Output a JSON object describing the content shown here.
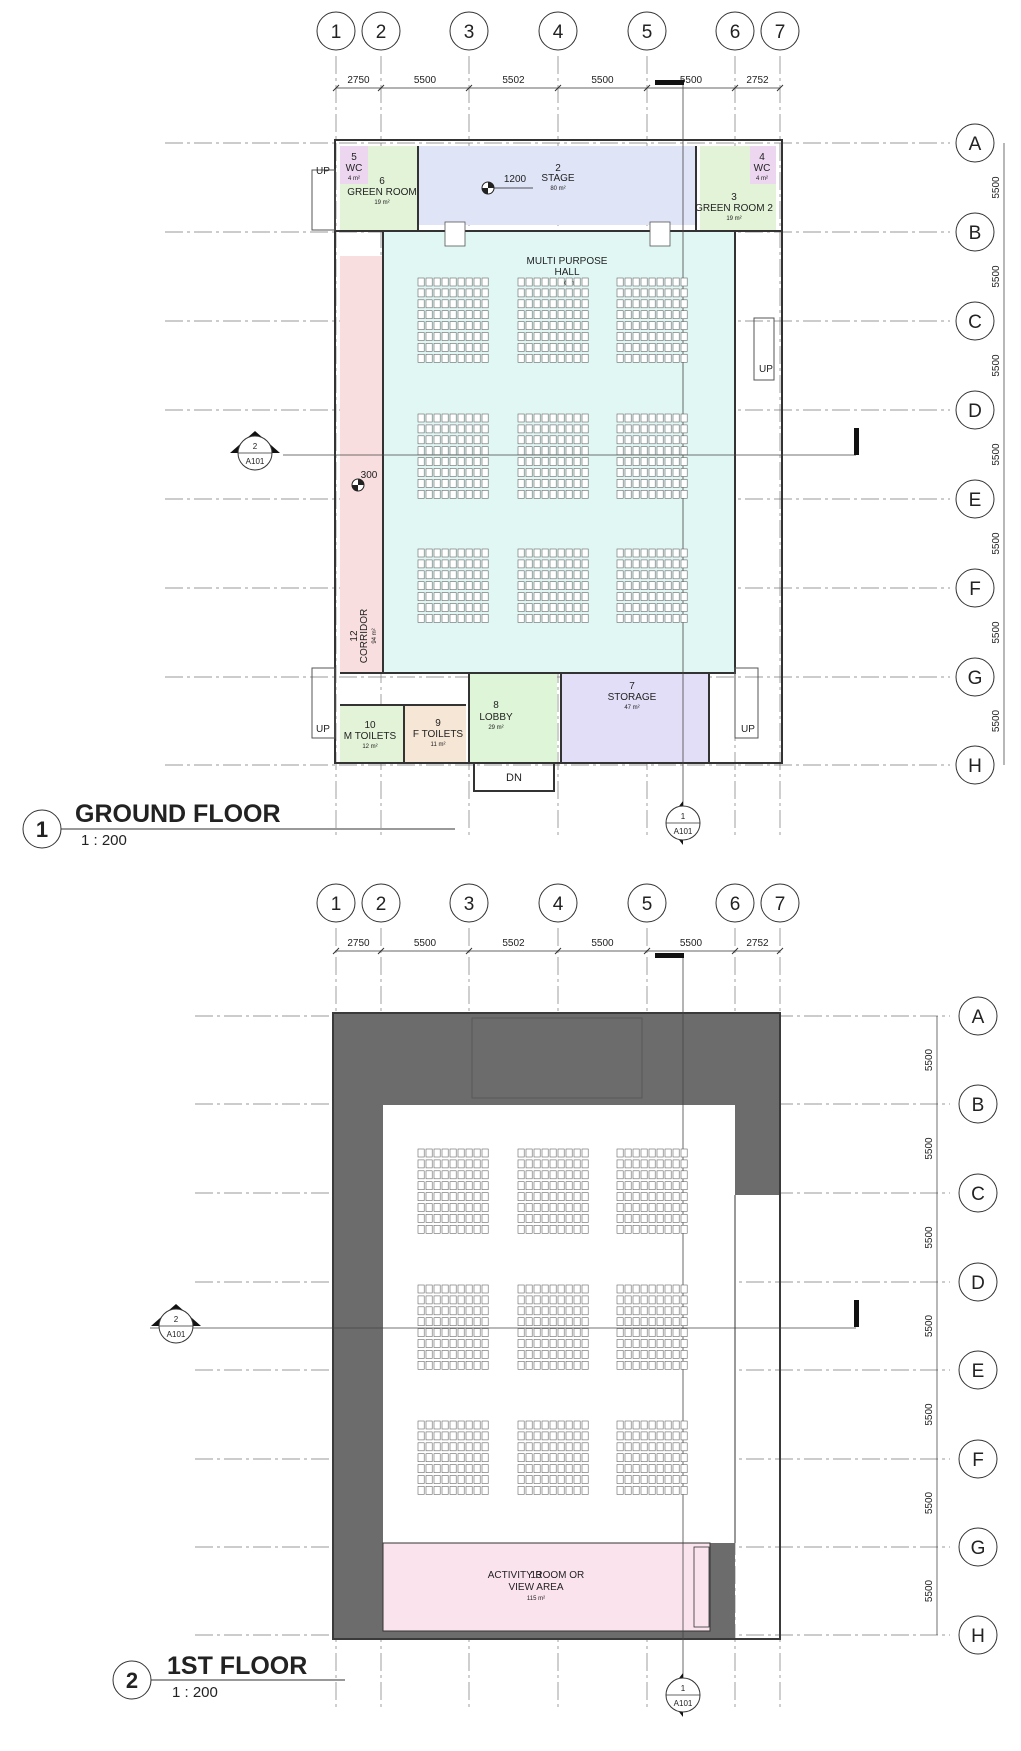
{
  "grid_columns": [
    "1",
    "2",
    "3",
    "4",
    "5",
    "6",
    "7"
  ],
  "grid_rows": [
    "A",
    "B",
    "C",
    "D",
    "E",
    "F",
    "G",
    "H"
  ],
  "column_dimensions": [
    "2750",
    "5500",
    "5502",
    "5500",
    "5500",
    "2752"
  ],
  "row_dimension": "5500",
  "ground_floor": {
    "view_number": "1",
    "title": "GROUND FLOOR",
    "scale": "1 : 200",
    "rooms": {
      "wc5": {
        "number": "5",
        "name": "WC",
        "area": "4 m²"
      },
      "green6": {
        "number": "6",
        "name": "GREEN ROOM",
        "area": "19 m²"
      },
      "stage": {
        "number": "2",
        "name": "STAGE",
        "area": "80 m²"
      },
      "green3": {
        "number": "3",
        "name": "GREEN ROOM 2",
        "area": "19 m²"
      },
      "wc4": {
        "number": "4",
        "name": "WC",
        "area": "4 m²"
      },
      "hall": {
        "name1": "MULTI PURPOSE",
        "name2": "HALL",
        "area": "590 m²"
      },
      "corridor": {
        "number": "12",
        "name": "CORRIDOR",
        "area": "94 m²"
      },
      "lobby": {
        "number": "8",
        "name": "LOBBY",
        "area": "29 m²"
      },
      "storage": {
        "number": "7",
        "name": "STORAGE",
        "area": "47 m²"
      },
      "toilets_m": {
        "number": "10",
        "name": "M  TOILETS",
        "area": "12 m²"
      },
      "toilets_f": {
        "number": "9",
        "name": "F TOILETS",
        "area": "11 m²"
      }
    },
    "labels": {
      "up_left_top": "UP",
      "up_right": "UP",
      "up_left_bottom": "UP",
      "up_right_bottom": "UP",
      "dn": "DN",
      "level_stage": "1200",
      "level_corridor": "300"
    },
    "section_marks": {
      "left": {
        "number": "2",
        "sheet": "A101"
      },
      "bottom": {
        "number": "1",
        "sheet": "A101"
      }
    }
  },
  "first_floor": {
    "view_number": "2",
    "title": "1ST FLOOR",
    "scale": "1 : 200",
    "rooms": {
      "activity": {
        "number": "13",
        "name1": "ACTIVITY ROOM OR",
        "name2": "VIEW AREA",
        "area": "115 m²"
      }
    },
    "section_marks": {
      "left": {
        "number": "2",
        "sheet": "A101"
      },
      "bottom": {
        "number": "1",
        "sheet": "A101"
      }
    }
  },
  "colors": {
    "stage": "#dfe4f7",
    "green_room": "#e3f3d8",
    "wc": "#ecd6f0",
    "hall": "#e0f7f4",
    "corridor": "#f8dede",
    "lobby": "#dff5d8",
    "storage": "#e3def7",
    "toilets": "#e3f3d8",
    "toilets_f": "#f6e6d6",
    "activity": "#fbe3ee",
    "slab": "#6c6c6c"
  }
}
